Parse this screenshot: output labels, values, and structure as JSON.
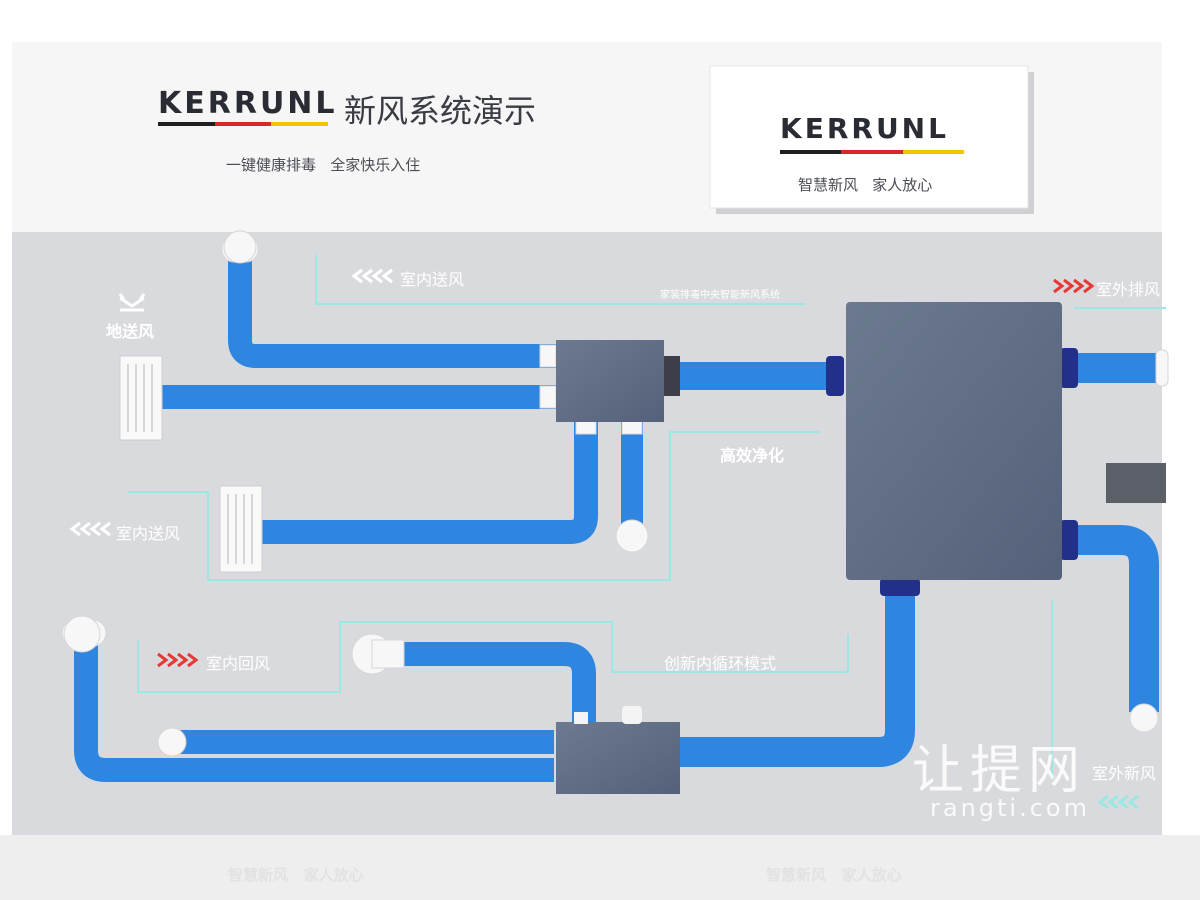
{
  "header": {
    "brand": "KERRUNL",
    "title": "新风系统演示",
    "slogan": "一键健康排毒   全家快乐入住"
  },
  "sign": {
    "brand": "KERRUNL",
    "tagline": "智慧新风   家人放心"
  },
  "labels": {
    "floor_supply": "地送风",
    "indoor_supply_top": "室内送风",
    "outdoor_exhaust": "室外排风",
    "system_name": "家装排毒中央智能新风系统",
    "purification": "高效净化",
    "indoor_supply_left": "室内送风",
    "indoor_return": "室内回风",
    "innovation": "创新内循环模式",
    "outdoor_fresh": "室外新风"
  },
  "footer": {
    "left": "智慧新风   家人放心",
    "right": "智慧新风   家人放心"
  },
  "watermark": {
    "logo": "让提网",
    "url": "rangti.com"
  },
  "colors": {
    "pipe": "#2f86e0",
    "unit": "#5f6c80",
    "accent_line": "#9be7e2",
    "arrow_red": "#e53935"
  }
}
